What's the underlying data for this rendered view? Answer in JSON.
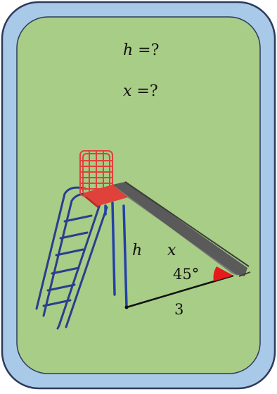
{
  "questions": {
    "h": {
      "var": "h",
      "rest": " =?"
    },
    "x": {
      "var": "x",
      "rest": " =?"
    }
  },
  "diagram": {
    "height_label": "h",
    "hypotenuse_label": "x",
    "angle_label": "45°",
    "base_label": "3"
  },
  "colors": {
    "frame_outer": "#a9c9e8",
    "frame_border": "#2e3a5c",
    "panel_fill": "#a8cd86",
    "angle_marker": "#e31b1b",
    "slide": "#5a5a5a",
    "ladder": "#2a3e8e",
    "cage": "#e0413a",
    "legs": "#2440a8"
  }
}
